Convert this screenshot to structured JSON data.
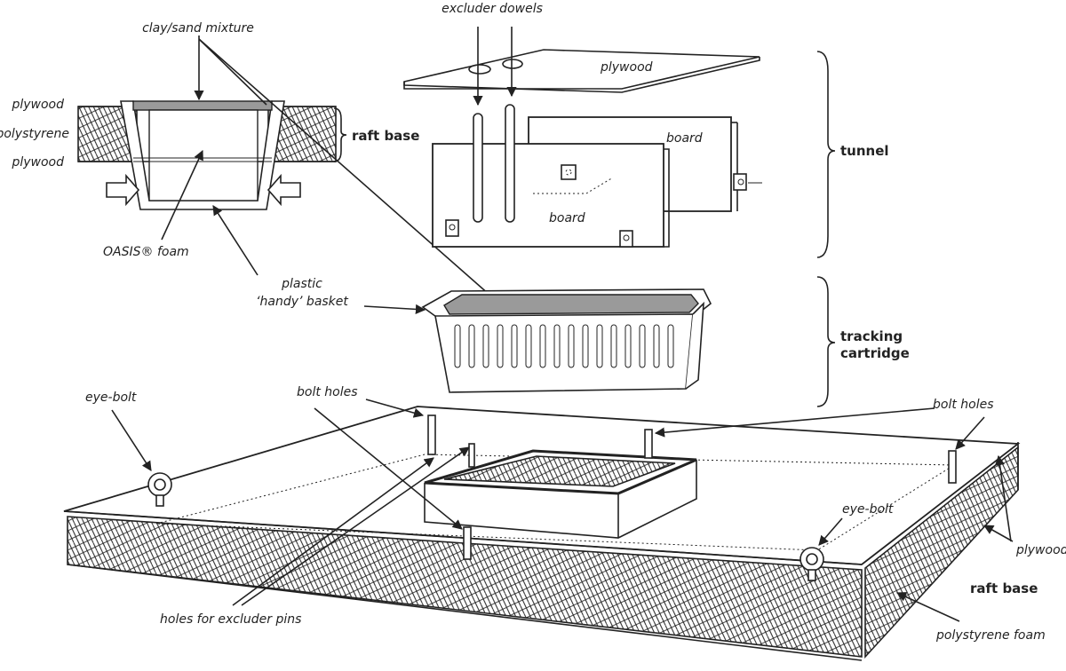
{
  "labels": {
    "clay_sand": "clay/sand mixture",
    "excluder_dowels": "excluder dowels",
    "plywood_top": "plywood",
    "board_back": "board",
    "board_front": "board",
    "tunnel": "tunnel",
    "left_plywood_1": "plywood",
    "left_polystyrene": "polystyrene",
    "left_plywood_2": "plywood",
    "raft_base_top": "raft base",
    "oasis_foam": "OASIS® foam",
    "plastic_basket_1": "plastic",
    "plastic_basket_2": "‘handy’ basket",
    "tracking_1": "tracking",
    "tracking_2": "cartridge",
    "eye_bolt_left": "eye-bolt",
    "bolt_holes_left": "bolt holes",
    "bolt_holes_right": "bolt holes",
    "eye_bolt_right": "eye-bolt",
    "plywood_right": "plywood",
    "raft_base_bottom": "raft base",
    "holes_excluder_pins": "holes for excluder pins",
    "polystyrene_foam": "polystyrene foam"
  },
  "colors": {
    "line": "#222222",
    "fill_grey": "#9a9a9a",
    "background": "#ffffff"
  }
}
